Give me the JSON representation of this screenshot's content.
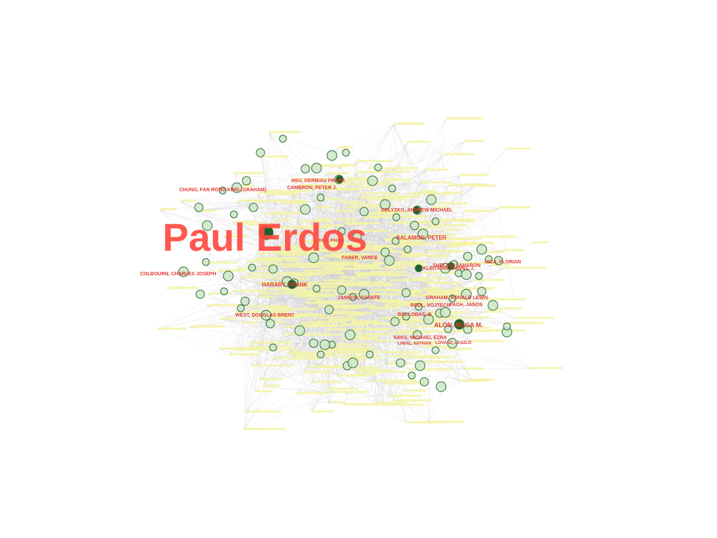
{
  "graph": {
    "center_label": "Paul Erdos",
    "colors": {
      "background": "#ffffff",
      "edge": "#c8c8c8",
      "hub_label": "#e23a2e",
      "faint_label": "#f2f2a6",
      "node_fill": "#cfe8c8",
      "node_stroke": "#2e6b3a",
      "dark_node": "#1f5f2a"
    },
    "hub_labels": [
      "HSU, DERBIAU FRANK",
      "CAMERON, PETER J.",
      "CHUNG, FAN RONG KING (GRAHAM)",
      "ODLYZKO, ANDREW MICHAEL",
      "SALAMON, PETER",
      "FABER, VANCE",
      "COLBOURN, CHARLES JOSEPH",
      "HARARY, FRANK",
      "WEST, DOUGLAS BRENT",
      "JANSON, SVANTE",
      "GRAHAM, RONALD LEWIS",
      "RODL, VOJTECH",
      "BOLLOBAS, B",
      "ALON, NOGA M.",
      "SAKS, MICHAEL EZRA",
      "LINIAL, NATHAN",
      "LOVASZ, LASZLO",
      "SHELAH, SAHARON",
      "KLEITMAN, DANIEL J.",
      "NICA, FLORIAN",
      "ERDOS, PAUL",
      "PACH, JANOS"
    ]
  }
}
